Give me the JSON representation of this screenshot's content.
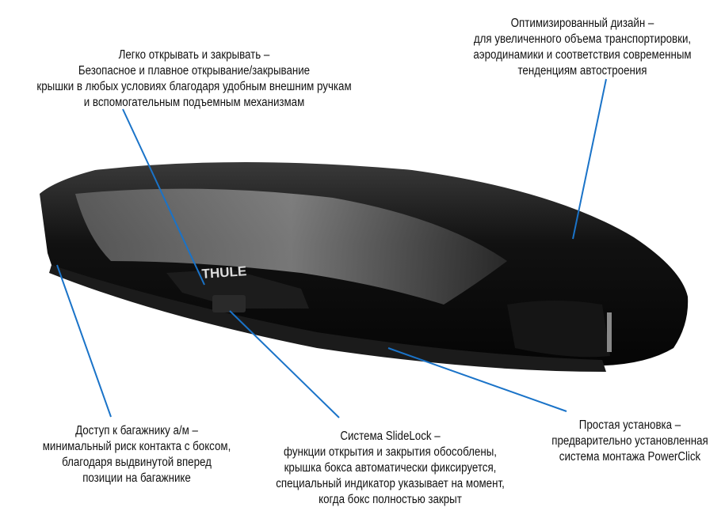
{
  "brand_logo": "THULE",
  "callouts": {
    "easy_open": {
      "lines": [
        "Легко открывать и закрывать –",
        "Безопасное и плавное открывание/закрывание",
        "крышки в любых условиях благодаря удобным внешним ручкам",
        "и вспомогательным подъемным механизмам"
      ]
    },
    "design": {
      "lines": [
        "Оптимизированный дизайн –",
        "для увеличенного объема транспортировки,",
        "аэродинамики и  соответствия современным",
        "тенденциям автостроения"
      ]
    },
    "trunk_access": {
      "lines": [
        "Доступ к багажнику а/м –",
        "минимальный риск контакта с боксом,",
        "благодаря выдвинутой вперед",
        "позиции на багажнике"
      ]
    },
    "slidelock": {
      "lines": [
        "Система SlideLock –",
        "функции открытия и закрытия обособлены,",
        "крышка бокса автоматически фиксируется,",
        "специальный индикатор указывает на момент,",
        "когда бокс полностью закрыт"
      ]
    },
    "install": {
      "lines": [
        "Простая установка –",
        "предварительно установленная",
        "система монтажа PowerClick"
      ]
    }
  },
  "colors": {
    "leader": "#1a73c8",
    "box": "#0c0c0c"
  }
}
